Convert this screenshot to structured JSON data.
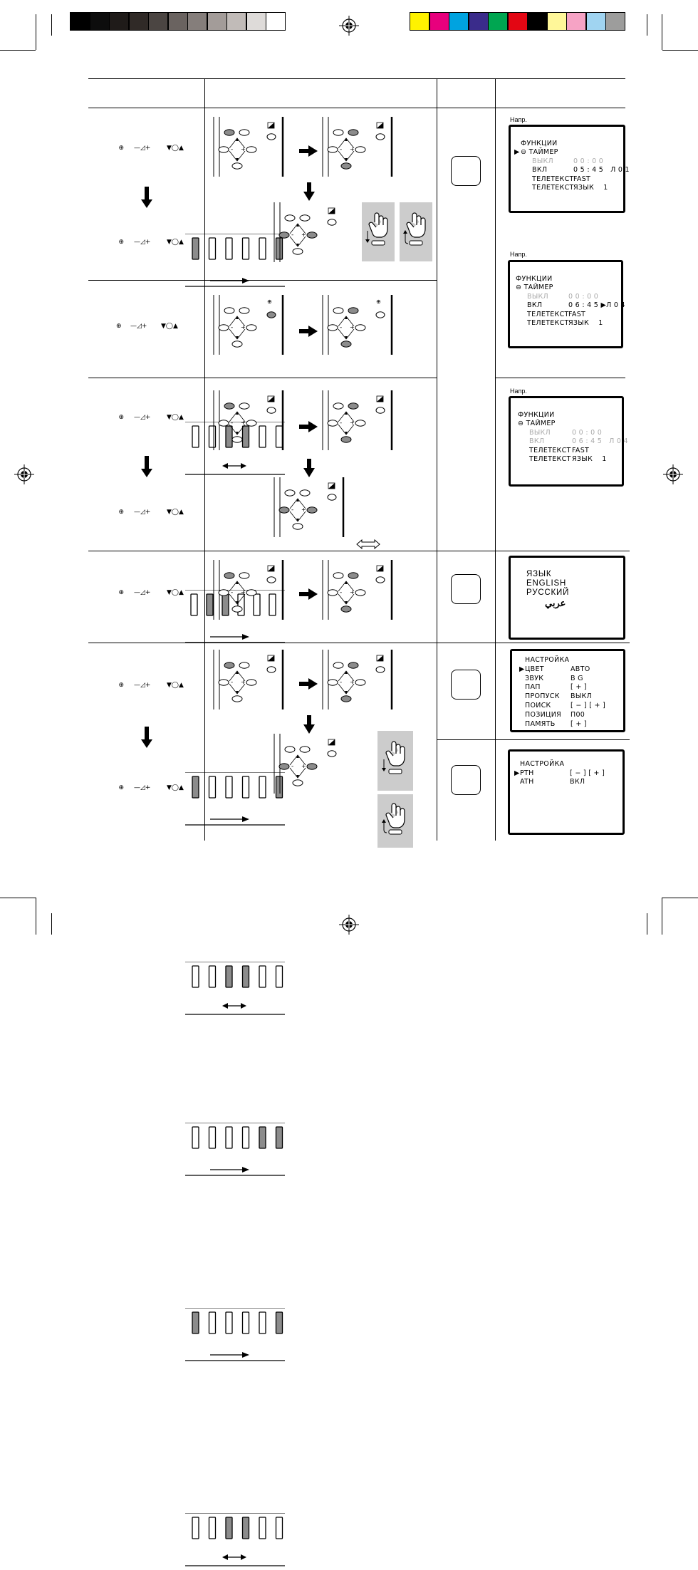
{
  "colors": {
    "grayscale_bar": [
      "#000000",
      "#0d0d0d",
      "#1f1b19",
      "#302a27",
      "#4b4542",
      "#6a6360",
      "#857e7b",
      "#a39c99",
      "#c1bbb8",
      "#dedbd9",
      "#ffffff"
    ],
    "color_bar": [
      "#fff200",
      "#e8007d",
      "#00a3e0",
      "#3a2c8b",
      "#00a651",
      "#e30613",
      "#000000",
      "#fff799",
      "#f6a3c5",
      "#a0d4f1",
      "#9d9d9c"
    ],
    "button_highlight": "#8c8c8c",
    "hand_bg": "#cccccc"
  },
  "icons": {
    "registration": "crosshair-circle-icon",
    "arrow": "arrow-right-icon",
    "hand": "hand-press-icon"
  },
  "panel_symbols": {
    "input": "⊕",
    "volume": "—◿+",
    "program": "▼◯▲"
  },
  "note_label": "Напр.",
  "screens": {
    "timer1": {
      "lines": [
        {
          "cursor": "",
          "label": "ФУНКЦИИ",
          "value": ""
        },
        {
          "cursor": "▶",
          "label": "⊖ ТАЙМЕР",
          "value": ""
        },
        {
          "cursor": "",
          "label": "ВЫКЛ",
          "value": "0 0 : 0 0"
        },
        {
          "cursor": "",
          "label": "ВКЛ",
          "value": "0 5 : 4 5   Л 0 1"
        },
        {
          "cursor": "",
          "label": "ТЕЛЕТЕКСТ",
          "value": "FAST"
        },
        {
          "cursor": "",
          "label": "ТЕЛЕТЕКСТ",
          "value": "ЯЗЫК    1"
        }
      ]
    },
    "timer2": {
      "lines": [
        {
          "cursor": "",
          "label": "ФУНКЦИИ",
          "value": ""
        },
        {
          "cursor": "",
          "label": "⊖ ТАЙМЕР",
          "value": ""
        },
        {
          "cursor": "",
          "label": "ВЫКЛ",
          "value": "0 0 : 0 0"
        },
        {
          "cursor": "",
          "label": "ВКЛ",
          "value": "0 6 : 4 5 ▶Л 0 4"
        },
        {
          "cursor": "",
          "label": "ТЕЛЕТЕКСТ",
          "value": "FAST"
        },
        {
          "cursor": "",
          "label": "ТЕЛЕТЕКСТ",
          "value": "ЯЗЫК    1"
        }
      ]
    },
    "timer3": {
      "lines": [
        {
          "cursor": "",
          "label": "ФУНКЦИИ",
          "value": ""
        },
        {
          "cursor": "",
          "label": "⊖ ТАЙМЕР",
          "value": ""
        },
        {
          "cursor": "",
          "label": "ВЫКЛ",
          "value": "0 0 : 0 0"
        },
        {
          "cursor": "",
          "label": "ВКЛ",
          "value": "0 6 : 4 5   Л 0 4"
        },
        {
          "cursor": "",
          "label": "ТЕЛЕТЕКСТ",
          "value": "FAST"
        },
        {
          "cursor": "",
          "label": "ТЕЛЕТЕКСТ",
          "value": "ЯЗЫК    1"
        }
      ]
    },
    "language": {
      "items": [
        "ЯЗЫК",
        "ENGLISH",
        "РУССКИЙ",
        "عربي"
      ]
    },
    "setup": {
      "title": "НАСТРОЙКА",
      "rows": [
        {
          "cursor": "▶",
          "label": "ЦВЕТ",
          "value": "АВТО"
        },
        {
          "cursor": "",
          "label": "ЗВУК",
          "value": "B G"
        },
        {
          "cursor": "",
          "label": "ПАП",
          "value": "[ + ]"
        },
        {
          "cursor": "",
          "label": "ПРОПУСК",
          "value": "ВЫКЛ"
        },
        {
          "cursor": "",
          "label": "ПОИСК",
          "value": "[ − ] [ + ]"
        },
        {
          "cursor": "",
          "label": "ПОЗИЦИЯ",
          "value": "П00"
        },
        {
          "cursor": "",
          "label": "ПАМЯТЬ",
          "value": "[ + ]"
        }
      ]
    },
    "setup2": {
      "title": "НАСТРОЙКА",
      "rows": [
        {
          "cursor": "▶",
          "label": "PTH",
          "value": "[ − ] [ + ]"
        },
        {
          "cursor": "",
          "label": "ATH",
          "value": "ВКЛ"
        }
      ]
    }
  }
}
